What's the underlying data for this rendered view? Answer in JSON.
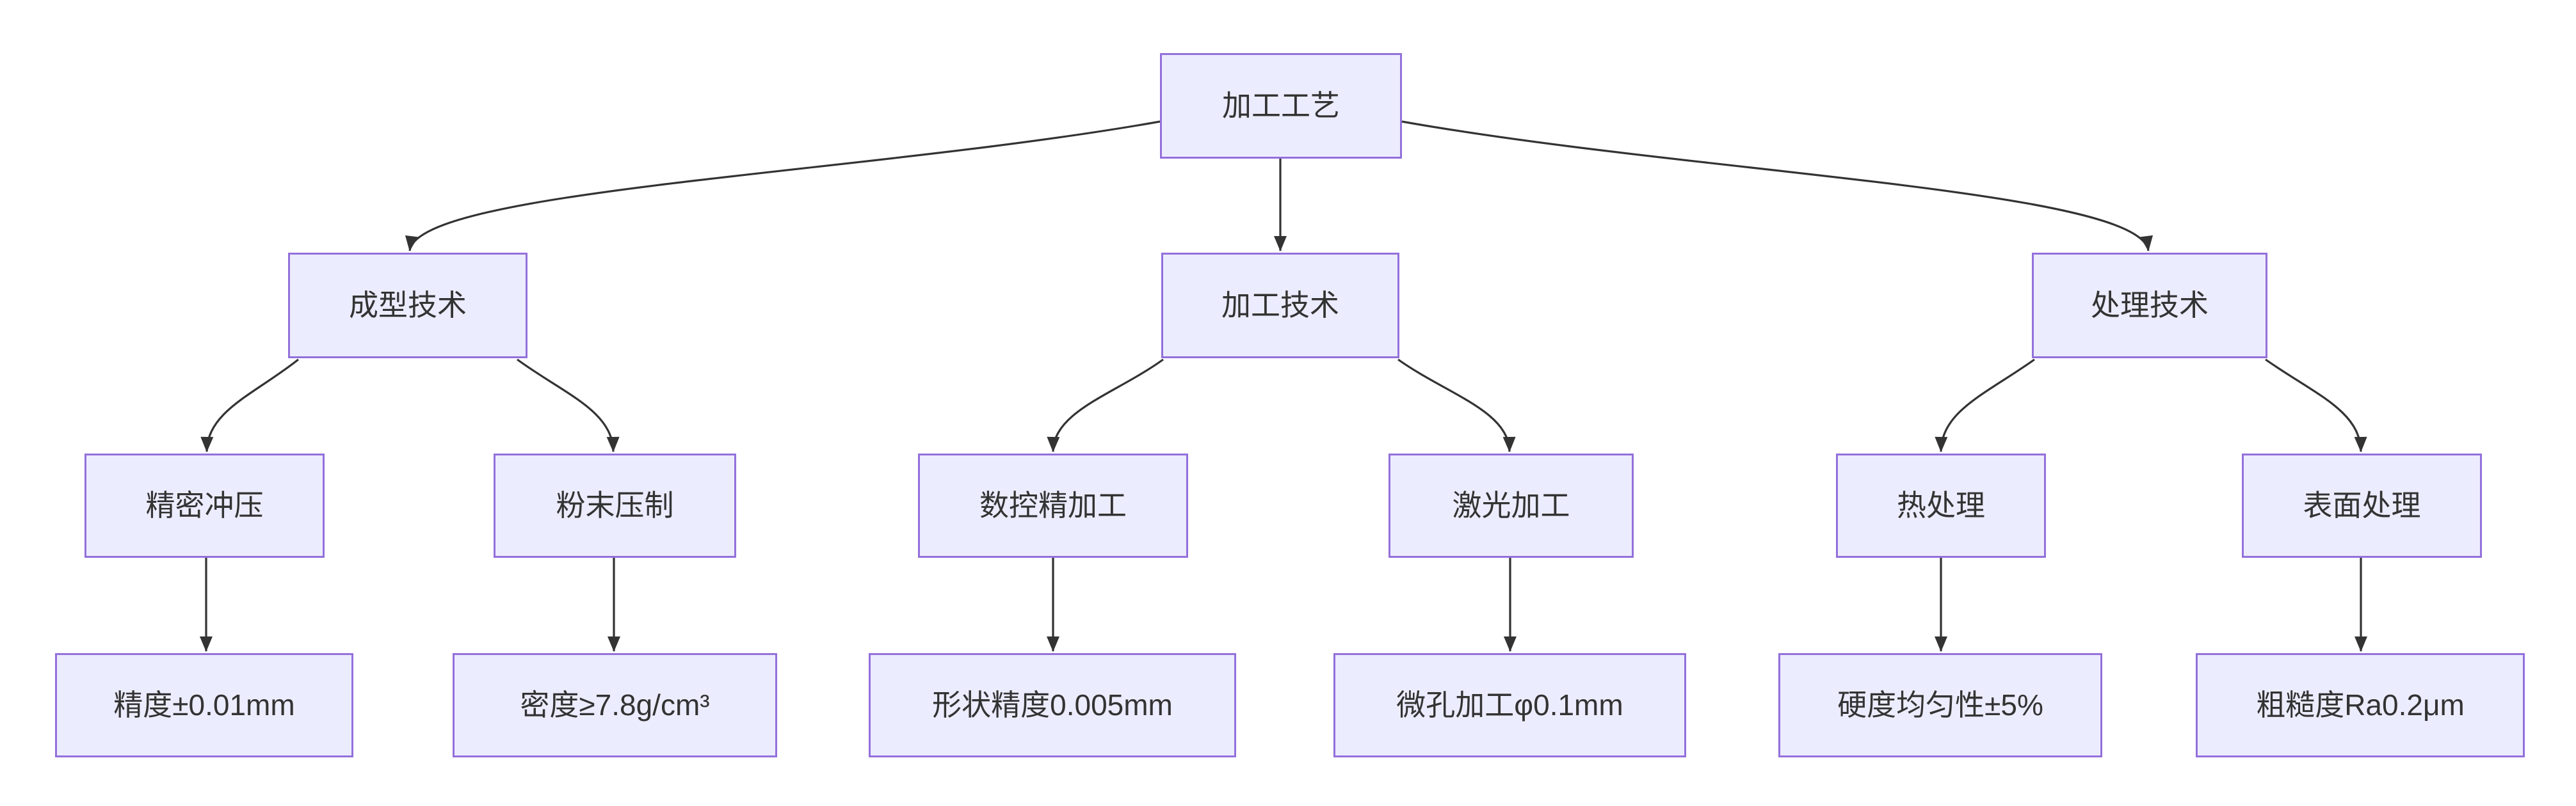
{
  "diagram": {
    "type": "flowchart",
    "direction": "top-down",
    "levels": 4
  },
  "colors": {
    "background": "#FFFFFF",
    "node_fill": "#ECECFF",
    "node_border": "#9370DB",
    "edge_line": "#333333",
    "text": "#333333"
  },
  "nodes": [
    {
      "id": "A",
      "label": "加工工艺",
      "level": 1
    },
    {
      "id": "B",
      "label": "成型技术",
      "level": 2
    },
    {
      "id": "C",
      "label": "加工技术",
      "level": 2
    },
    {
      "id": "D",
      "label": "处理技术",
      "level": 2
    },
    {
      "id": "B1",
      "label": "精密冲压",
      "level": 3
    },
    {
      "id": "B2",
      "label": "粉末压制",
      "level": 3
    },
    {
      "id": "C1",
      "label": "数控精加工",
      "level": 3
    },
    {
      "id": "C2",
      "label": "激光加工",
      "level": 3
    },
    {
      "id": "D1",
      "label": "热处理",
      "level": 3
    },
    {
      "id": "D2",
      "label": "表面处理",
      "level": 3
    },
    {
      "id": "B1a",
      "label": "精度±0.01mm",
      "level": 4
    },
    {
      "id": "B2a",
      "label": "密度≥7.8g/cm³",
      "level": 4
    },
    {
      "id": "C1a",
      "label": "形状精度0.005mm",
      "level": 4
    },
    {
      "id": "C2a",
      "label": "微孔加工φ0.1mm",
      "level": 4
    },
    {
      "id": "D1a",
      "label": "硬度均匀性±5%",
      "level": 4
    },
    {
      "id": "D2a",
      "label": "粗糙度Ra0.2μm",
      "level": 4
    }
  ],
  "edges": [
    {
      "from": "A",
      "to": "B"
    },
    {
      "from": "A",
      "to": "C"
    },
    {
      "from": "A",
      "to": "D"
    },
    {
      "from": "B",
      "to": "B1"
    },
    {
      "from": "B",
      "to": "B2"
    },
    {
      "from": "C",
      "to": "C1"
    },
    {
      "from": "C",
      "to": "C2"
    },
    {
      "from": "D",
      "to": "D1"
    },
    {
      "from": "D",
      "to": "D2"
    },
    {
      "from": "B1",
      "to": "B1a"
    },
    {
      "from": "B2",
      "to": "B2a"
    },
    {
      "from": "C1",
      "to": "C1a"
    },
    {
      "from": "C2",
      "to": "C2a"
    },
    {
      "from": "D1",
      "to": "D1a"
    },
    {
      "from": "D2",
      "to": "D2a"
    }
  ]
}
